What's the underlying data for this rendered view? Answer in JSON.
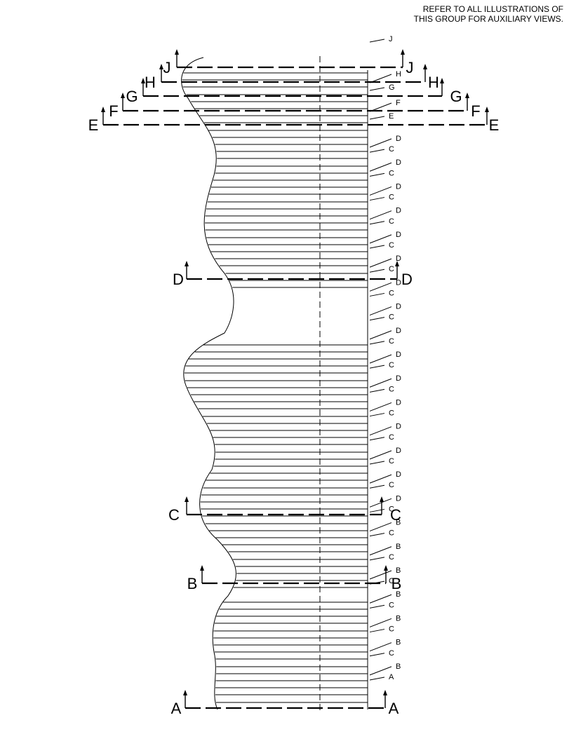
{
  "note": {
    "line1": "REFER TO ALL ILLUSTRATIONS OF",
    "line2": "THIS GROUP FOR AUXILIARY VIEWS."
  },
  "colors": {
    "ink": "#000000",
    "paper": "#ffffff"
  },
  "sections": [
    {
      "id": "J",
      "left_letter": "J",
      "right_letter": "J"
    },
    {
      "id": "H",
      "left_letter": "H",
      "right_letter": "H"
    },
    {
      "id": "G",
      "left_letter": "G",
      "right_letter": "G"
    },
    {
      "id": "F",
      "left_letter": "F",
      "right_letter": "F"
    },
    {
      "id": "E",
      "left_letter": "E",
      "right_letter": "E"
    },
    {
      "id": "D",
      "left_letter": "D",
      "right_letter": "D"
    },
    {
      "id": "C",
      "left_letter": "C",
      "right_letter": "C"
    },
    {
      "id": "B",
      "left_letter": "B",
      "right_letter": "B"
    },
    {
      "id": "A",
      "left_letter": "A",
      "right_letter": "A"
    }
  ],
  "callouts": [
    "J",
    "H",
    "G",
    "F",
    "E",
    "D",
    "C",
    "D",
    "C",
    "D",
    "C",
    "D",
    "C",
    "D",
    "C",
    "D",
    "C",
    "D",
    "C",
    "D",
    "C",
    "D",
    "C",
    "D",
    "C",
    "D",
    "C",
    "D",
    "C",
    "D",
    "C",
    "D",
    "C",
    "D",
    "C",
    "D",
    "C",
    "B",
    "C",
    "B",
    "C",
    "B",
    "C",
    "B",
    "C",
    "B",
    "C",
    "B",
    "C",
    "B",
    "A"
  ]
}
